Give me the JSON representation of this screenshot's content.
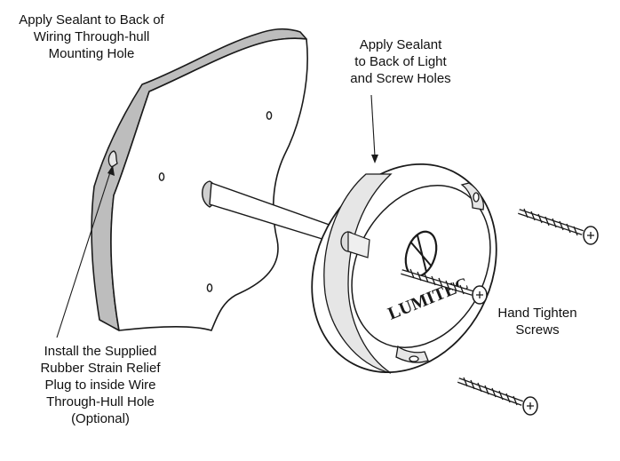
{
  "labels": {
    "top_left": [
      "Apply Sealant to Back of",
      "Wiring Through-hull",
      "Mounting Hole"
    ],
    "top_right": [
      "Apply Sealant",
      "to Back of Light",
      "and Screw Holes"
    ],
    "bottom_right": [
      "Hand Tighten",
      "Screws"
    ],
    "bottom_left": [
      "Install the Supplied",
      "Rubber Strain Relief",
      "Plug to inside Wire",
      "Through-Hull Hole",
      "(Optional)"
    ]
  },
  "logo_text": "LUMITEC",
  "colors": {
    "line": "#1a1a1a",
    "panel_edge": "#bdbdbd",
    "face": "#ffffff",
    "shade": "#cfcfcf"
  }
}
